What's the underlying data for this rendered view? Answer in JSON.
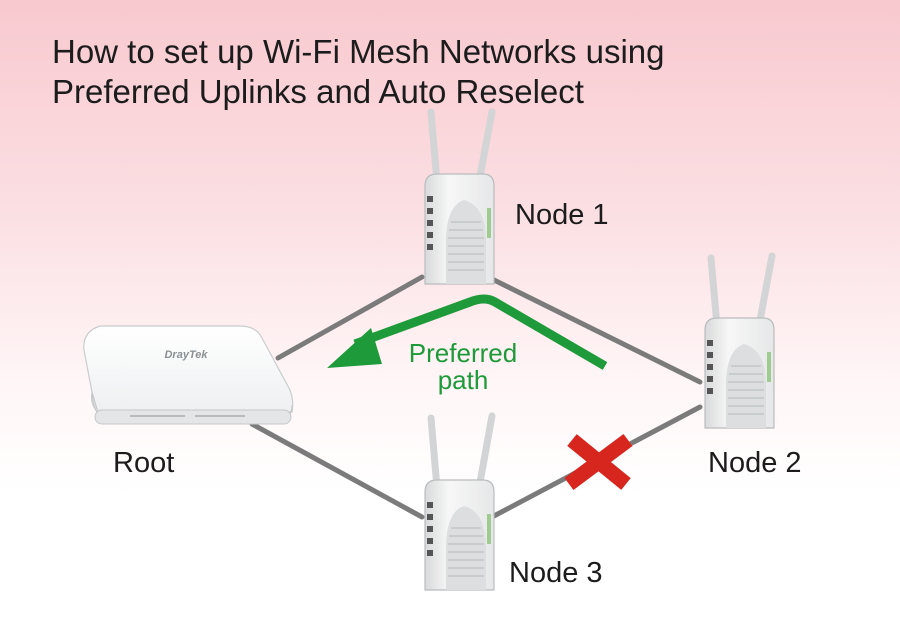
{
  "title": {
    "line1": "How to set up Wi-Fi Mesh Networks using",
    "line2": "Preferred Uplinks and Auto Reselect"
  },
  "nodes": {
    "root": "Root",
    "node1": "Node 1",
    "node2": "Node 2",
    "node3": "Node 3"
  },
  "root_brand": "DrayTek",
  "preferred_path": {
    "line1": "Preferred",
    "line2": "path"
  },
  "colors": {
    "link_line": "#7b7b7b",
    "preferred_arrow": "#1f9a3a",
    "broken_link_x": "#d7261e"
  }
}
